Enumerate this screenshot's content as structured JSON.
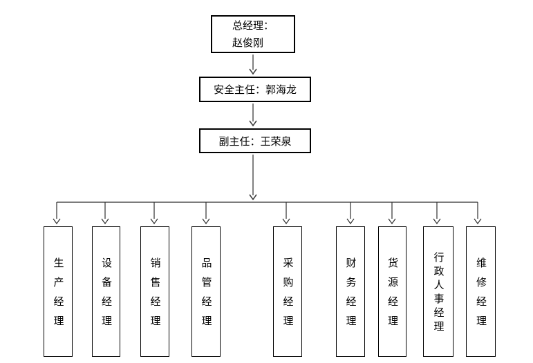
{
  "org_chart": {
    "nodes": {
      "general_manager": {
        "role": "总经理：",
        "name": "赵俊刚"
      },
      "safety_director": {
        "label": "安全主任：郭海龙"
      },
      "deputy_director": {
        "label": "副主任：王荣泉"
      }
    },
    "managers": [
      {
        "label": "生产经理"
      },
      {
        "label": "设备经理"
      },
      {
        "label": "销售经理"
      },
      {
        "label": "品管经理"
      },
      {
        "label": "采购经理"
      },
      {
        "label": "财务经理"
      },
      {
        "label": "货源经理"
      },
      {
        "label": "行政人事经理"
      },
      {
        "label": "维修经理"
      }
    ],
    "colors": {
      "background": "#ffffff",
      "box_border": "#000000",
      "connector_line": "#2e2e2e",
      "arrow_shaft_gray": "#808080",
      "arrow_head_dark": "#404040"
    }
  }
}
